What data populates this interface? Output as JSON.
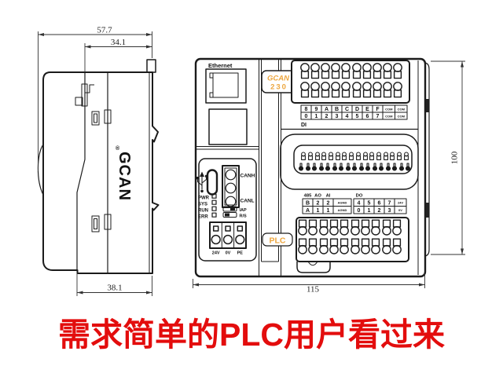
{
  "banner": {
    "text": "需求简单的PLC用户看过来",
    "color": "#E30D0D"
  },
  "dimensions": {
    "side_total": "57.7",
    "side_upper": "34.1",
    "side_bottom": "38.1",
    "front_width": "115",
    "front_height": "100"
  },
  "side_view": {
    "brand_text": "GCAN",
    "registered": "®"
  },
  "front_view": {
    "ethernet_label": "Ethernet",
    "logo": {
      "brand": "GCAN",
      "registered": "®",
      "model": "230",
      "color": "#EDA63E"
    },
    "plc_badge": "PLC",
    "leds": {
      "items": [
        "PWR",
        "SYS",
        "RUN",
        "ERR"
      ]
    },
    "can_port": {
      "top": "CANH",
      "bottom": "CANL"
    },
    "boot_switch": {
      "top": "IAP",
      "bottom": "R/S"
    },
    "power_terminals": {
      "labels": [
        "24V",
        "0V",
        "PE"
      ]
    },
    "di": {
      "label": "DI",
      "row1": [
        "8",
        "9",
        "A",
        "B",
        "C",
        "D",
        "E",
        "F",
        "COM",
        "COM"
      ],
      "row2": [
        "0",
        "1",
        "2",
        "3",
        "4",
        "5",
        "6",
        "7",
        "COM",
        "COM"
      ]
    },
    "analog": {
      "header": [
        "485",
        "AO",
        "AI"
      ],
      "row1": [
        "B",
        "2",
        "2",
        "AGND"
      ],
      "row2": [
        "A",
        "1",
        "1",
        "AGND"
      ]
    },
    "do": {
      "header": "DO",
      "row1": [
        "4",
        "5",
        "6",
        "7",
        "24V"
      ],
      "row2": [
        "0",
        "1",
        "2",
        "3",
        "0V"
      ]
    }
  }
}
